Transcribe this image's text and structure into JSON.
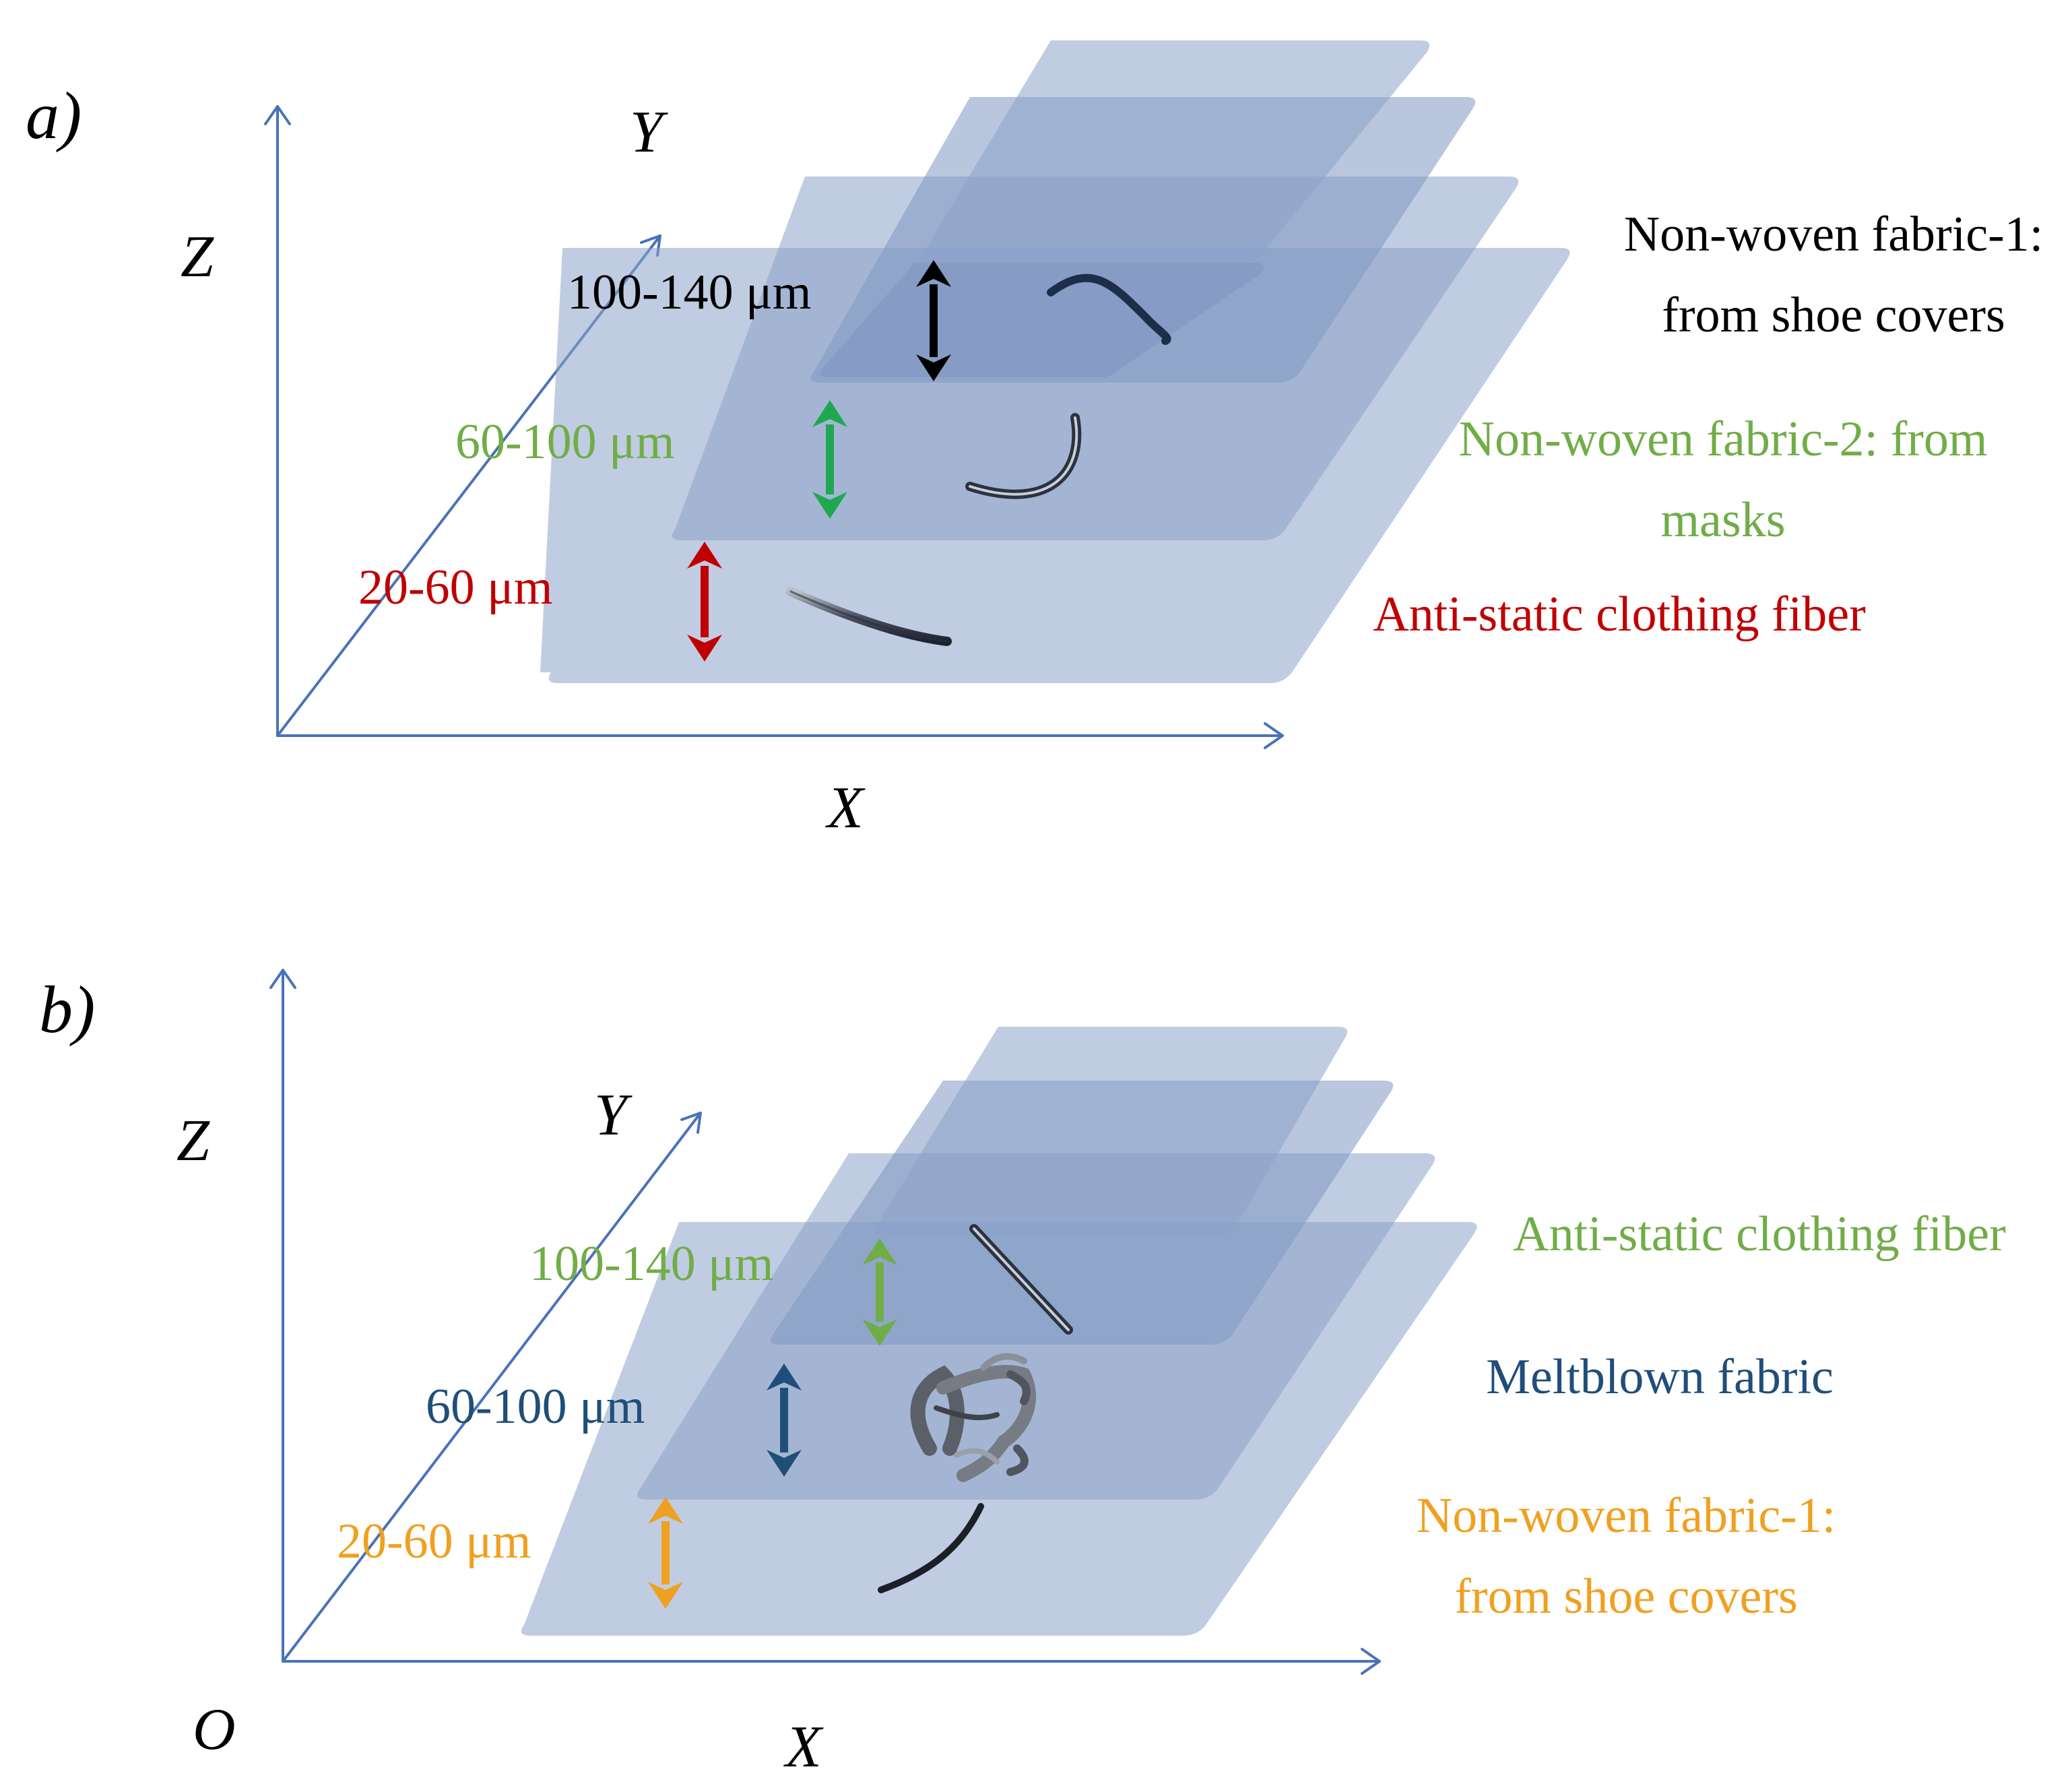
{
  "panels": [
    {
      "id": "a",
      "label": "a)",
      "axes": {
        "x": "X",
        "y": "Y",
        "z": "Z",
        "origin": ""
      },
      "layers": [
        {
          "thickness": "100-140 μm",
          "name_lines": [
            "Non-woven fabric-1:",
            "from shoe covers"
          ],
          "color": "#000000",
          "arrow_color": "#000000"
        },
        {
          "thickness": "60-100 μm",
          "name_lines": [
            "Non-woven fabric-2: from",
            "masks"
          ],
          "color": "#70ad47",
          "arrow_color": "#1fa84f"
        },
        {
          "thickness": "20-60 μm",
          "name_lines": [
            "Anti-static clothing fiber"
          ],
          "color": "#c00000",
          "arrow_color": "#c00000"
        }
      ]
    },
    {
      "id": "b",
      "label": "b)",
      "axes": {
        "x": "X",
        "y": "Y",
        "z": "Z",
        "origin": "O"
      },
      "layers": [
        {
          "thickness": "100-140 μm",
          "name_lines": [
            "Anti-static clothing fiber"
          ],
          "color": "#70ad47",
          "arrow_color": "#70ad47"
        },
        {
          "thickness": "60-100 μm",
          "name_lines": [
            "Meltblown fabric"
          ],
          "color": "#1f4e79",
          "arrow_color": "#1f4e79"
        },
        {
          "thickness": "20-60 μm",
          "name_lines": [
            "Non-woven fabric-1:",
            "from shoe covers"
          ],
          "color": "#f0a020",
          "arrow_color": "#f0a020"
        }
      ]
    }
  ]
}
